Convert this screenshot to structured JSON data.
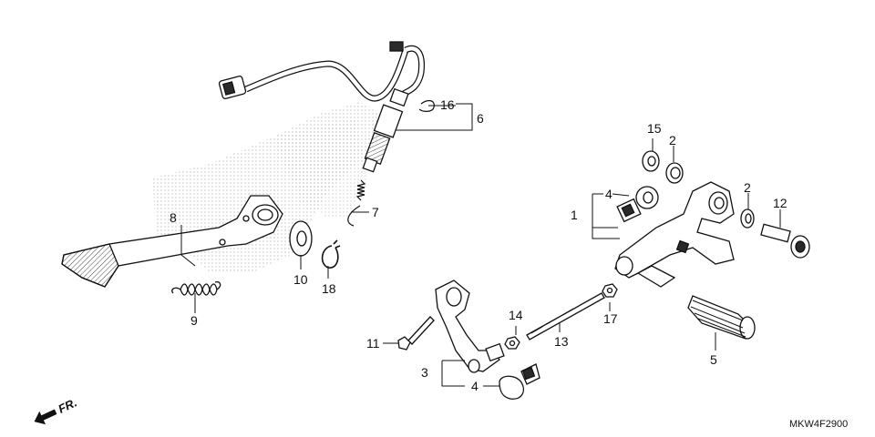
{
  "diagram_code": "MKW4F2900",
  "direction_label": "FR.",
  "callouts": {
    "c1": "1",
    "c2a": "2",
    "c2b": "2",
    "c3": "3",
    "c4a": "4",
    "c4b": "4",
    "c5": "5",
    "c6": "6",
    "c7": "7",
    "c8": "8",
    "c9": "9",
    "c10": "10",
    "c11": "11",
    "c12": "12",
    "c13": "13",
    "c14": "14",
    "c15": "15",
    "c16": "16",
    "c17": "17",
    "c18": "18"
  },
  "colors": {
    "line": "#111111",
    "stipple": "#9a9a9a",
    "fill": "#ffffff",
    "dark": "#2a2a2a"
  }
}
